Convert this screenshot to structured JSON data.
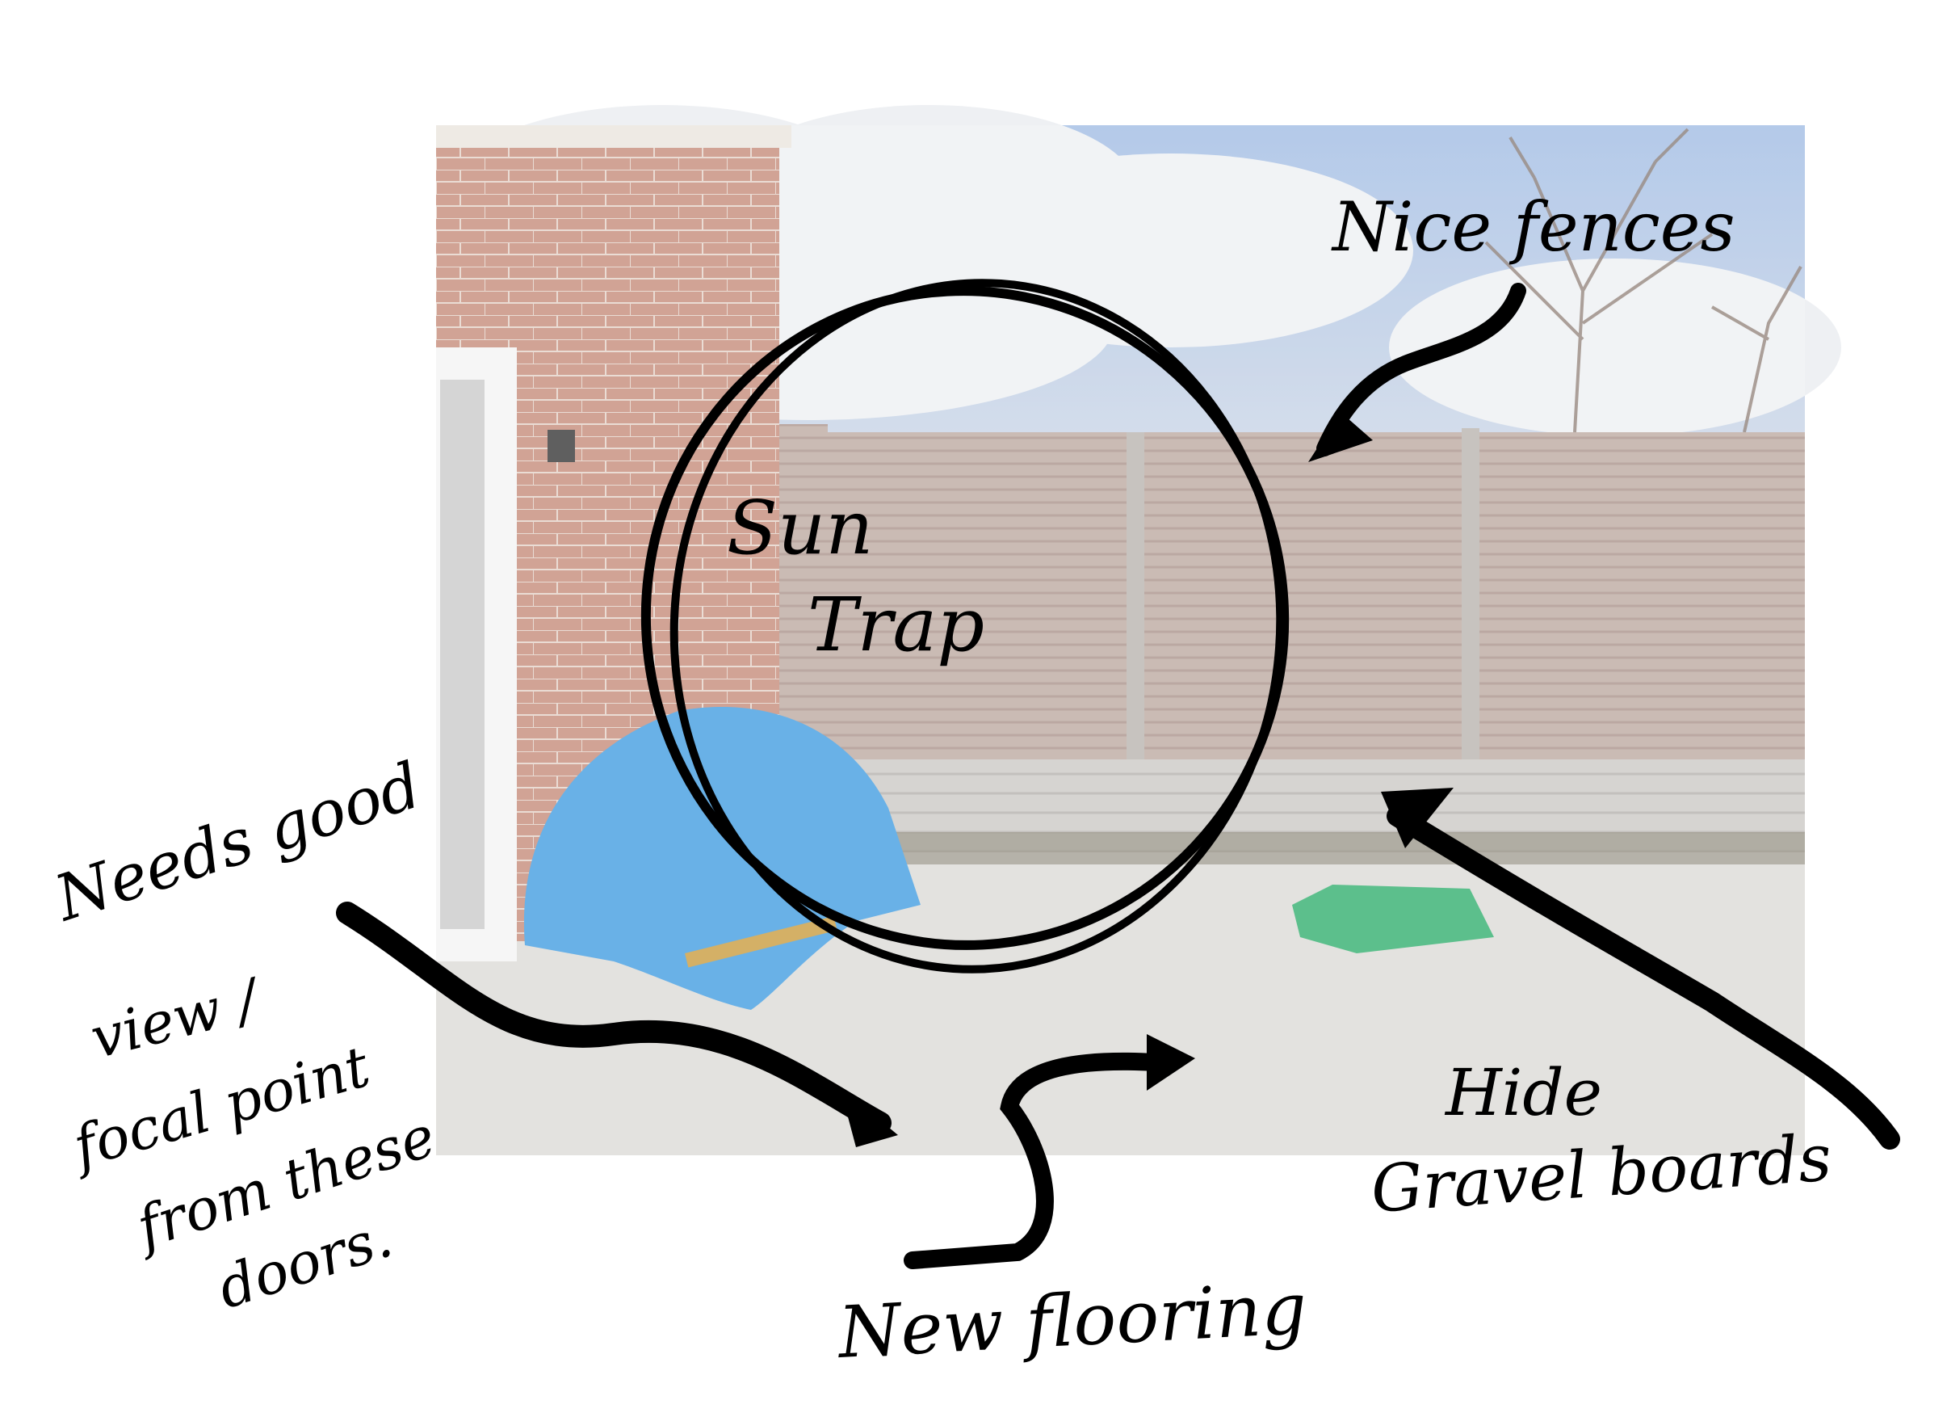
{
  "annotations": {
    "sun_trap_line1": "Sun",
    "sun_trap_line2": "Trap",
    "nice_fences": "Nice fences",
    "needs_line1": "Needs good",
    "needs_line2": "view /",
    "needs_line3": "focal point",
    "needs_line4": "from these",
    "needs_line5": "doors.",
    "new_flooring": "New flooring",
    "hide_line1": "Hide",
    "hide_line2": "Gravel boards"
  },
  "colors": {
    "ink": "#000000",
    "sky": "#a9c2e6",
    "cloud": "#eef0f3",
    "brick": "#c58a78",
    "fence": "#b9a79e",
    "gravel_board": "#c9c6c3",
    "concrete": "#dcdad6",
    "tarp_blue": "#3f9be0",
    "tarp_green": "#2fae6c",
    "door_frame": "#f4f4f4"
  }
}
